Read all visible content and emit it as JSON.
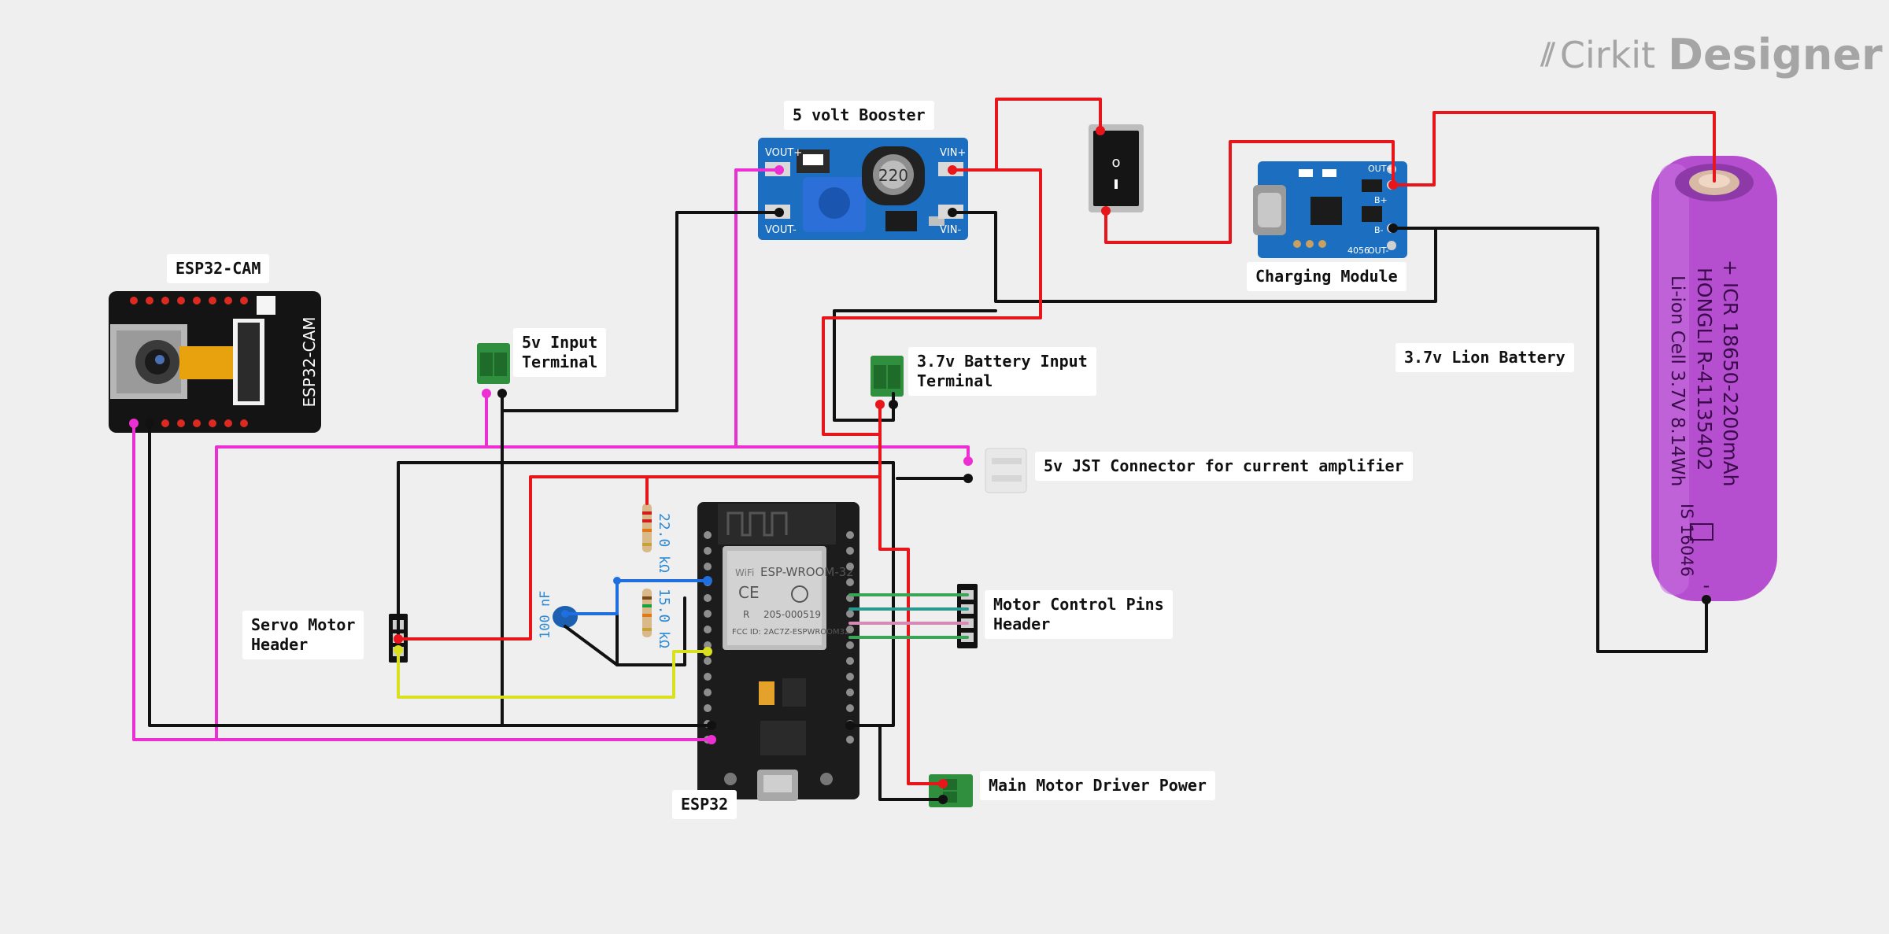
{
  "brand": {
    "name_light": "Cirkit",
    "name_bold": "Designer",
    "icon": "cirkit-logo-icon"
  },
  "labels": {
    "booster": "5 volt Booster",
    "charging": "Charging Module",
    "esp32cam": "ESP32-CAM",
    "input5v": "5v Input\nTerminal",
    "batt_input": "3.7v Battery Input\nTerminal",
    "lion": "3.7v Lion Battery",
    "jst": "5v JST Connector for current amplifier",
    "servo": "Servo Motor\nHeader",
    "motor_ctrl": "Motor Control Pins\nHeader",
    "esp32": "ESP32",
    "main_power": "Main Motor Driver Power"
  },
  "booster_pcb": {
    "vout_pos": "VOUT+",
    "vout_neg": "VOUT-",
    "vin_pos": "VIN+",
    "vin_neg": "VIN-",
    "inductor": "220"
  },
  "charger_pcb": {
    "out_pos": "OUT+",
    "out_neg": "OUT-",
    "b_pos": "B+",
    "b_neg": "B-",
    "chip": "4056"
  },
  "battery_print": {
    "line1": "+ ICR 18650-2200mAh",
    "line2": "HONGLI R-41135402",
    "line3": "Li-ion Cell 3.7V 8.14Wh",
    "code": "IS 16046",
    "minus": "-"
  },
  "esp32_board": {
    "module": "ESP-WROOM-32",
    "fcc": "FCC ID: 2AC7Z-ESPWROOM32",
    "mark_ce": "CE",
    "mark_r": "R",
    "rcode": "205-000519",
    "brand": "WiFi"
  },
  "esp32cam_board": {
    "silk": "ESP32-CAM"
  },
  "resistors": {
    "r1": "22.0 kΩ",
    "r2": "15.0 kΩ"
  },
  "capacitor": "100 nF",
  "colors": {
    "red": "#e8161b",
    "black": "#111111",
    "magenta": "#ec2fd2",
    "yellow": "#d8e020",
    "blue": "#1f6fe0",
    "green": "#3aa557",
    "teal": "#2a9a8e",
    "pink": "#d88ab6",
    "battery": "#b54fd0",
    "pcb_blue": "#1c6fc0"
  }
}
